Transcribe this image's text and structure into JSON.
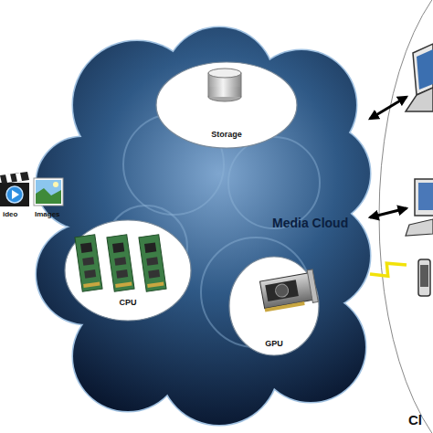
{
  "diagram": {
    "nodes": [
      {
        "text": [
          "Media Cloud"
        ]
      },
      {
        "text": [
          "Storage"
        ],
        "in": 0
      },
      {
        "text": [
          "CPU"
        ],
        "in": 0
      },
      {
        "text": [
          "GPU"
        ],
        "in": 0
      },
      {
        "text": [
          "Cl"
        ]
      }
    ],
    "edges": [
      {
        "from": 0,
        "to": 4,
        "arrow": "both"
      },
      {
        "from": 0,
        "to": 4,
        "arrow": "both"
      },
      {
        "from": 0,
        "to": 4,
        "arrow": "none"
      }
    ],
    "labels": [
      "ideo",
      "Images"
    ]
  }
}
